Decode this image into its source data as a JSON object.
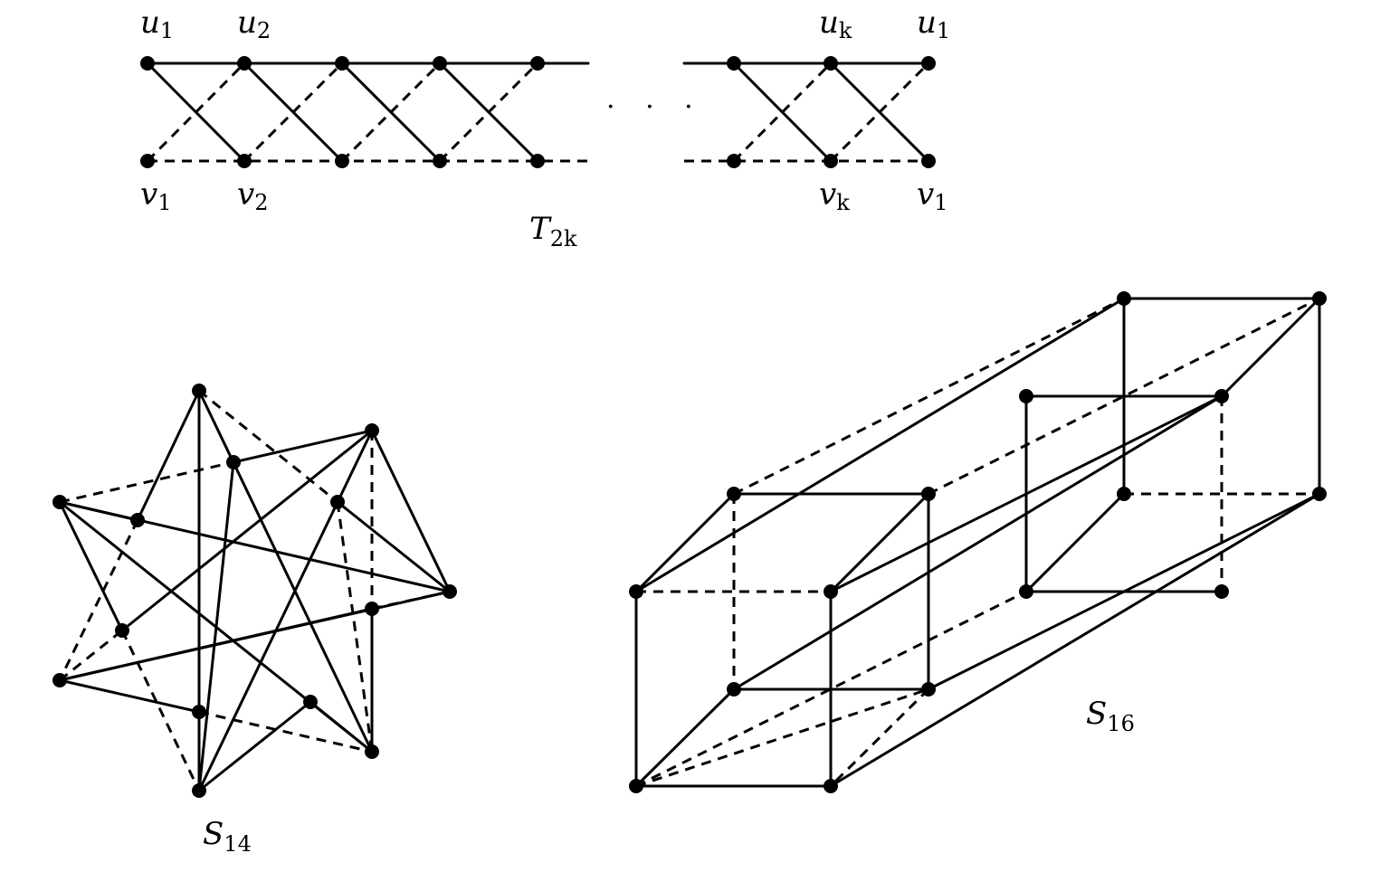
{
  "t2k": {
    "labels": {
      "u1_left": {
        "base": "u",
        "sub": "1"
      },
      "u2": {
        "base": "u",
        "sub": "2"
      },
      "uk": {
        "base": "u",
        "sub": "k"
      },
      "u1_right": {
        "base": "u",
        "sub": "1"
      },
      "v1_left": {
        "base": "v",
        "sub": "1"
      },
      "v2": {
        "base": "v",
        "sub": "2"
      },
      "vk": {
        "base": "v",
        "sub": "k"
      },
      "v1_right": {
        "base": "v",
        "sub": "1"
      }
    },
    "ellipsis": "· · ·",
    "caption": {
      "base": "T",
      "sub": "2k"
    }
  },
  "s14": {
    "caption": {
      "base": "S",
      "sub": "14"
    }
  },
  "s16": {
    "caption": {
      "base": "S",
      "sub": "16"
    }
  }
}
